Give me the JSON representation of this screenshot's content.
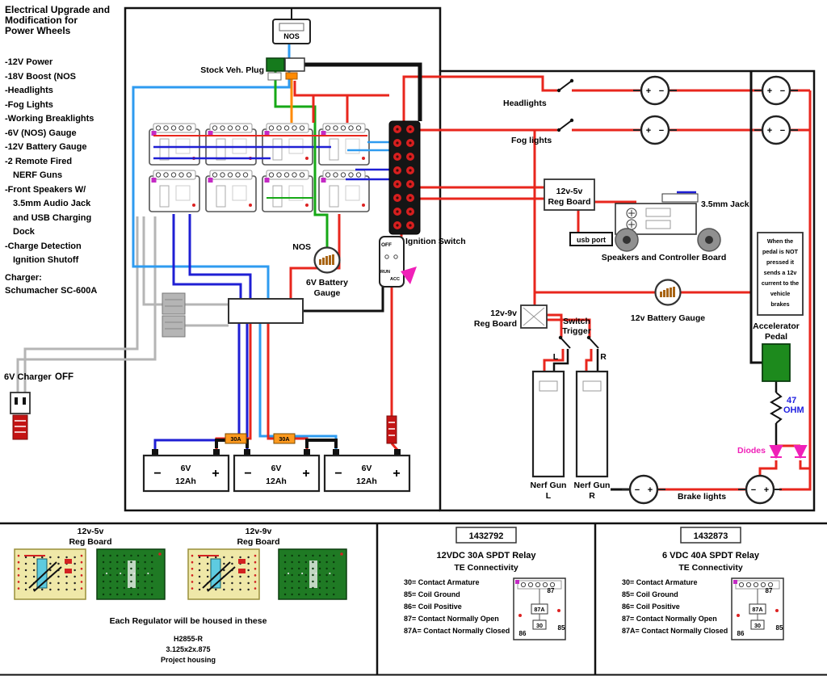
{
  "colors": {
    "red": "#e8261d",
    "blue": "#1f1fd4",
    "light_blue": "#2e9bf0",
    "green": "#16a816",
    "orange": "#ff8a00",
    "gray": "#b5b5b5",
    "magenta": "#f020b8",
    "fuse_orange": "#ff9a1e",
    "pedal_green": "#1d8a1d"
  },
  "sidebar": {
    "title": [
      "Electrical Upgrade and",
      "Modification for",
      "Power Wheels"
    ],
    "features": [
      "-12V Power",
      "-18V Boost (NOS",
      "-Headlights",
      "-Fog Lights",
      "-Working Breaklights",
      "-6V (NOS) Gauge",
      "-12V Battery Gauge",
      "-2 Remote Fired",
      "NERF Guns",
      "-Front Speakers W/",
      "3.5mm Audio Jack",
      "and USB Charging",
      "Dock",
      "-Charge Detection",
      "Ignition Shutoff"
    ],
    "charger_label": "Charger:",
    "charger_model": "Schumacher SC-600A",
    "charger_status": "6V Charger",
    "charger_status_value": "OFF"
  },
  "diagram": {
    "nos_top": "NOS",
    "stock_plug": "Stock Veh. Plug",
    "headlights": "Headlights",
    "fog_lights": "Fog lights",
    "ignition_label": "Ignition Switch",
    "ign": [
      "OFF",
      "RUN",
      "ACC"
    ],
    "nos_label": "NOS",
    "gauge6": [
      "6V Battery",
      "Gauge"
    ],
    "reg5": [
      "12v-5v",
      "Reg Board"
    ],
    "usb_port": "usb port",
    "jack": "3.5mm Jack",
    "speakers_label": "Speakers and Controller Board",
    "reg9": [
      "12v-9v",
      "Reg Board"
    ],
    "switch_trigger": [
      "Switch",
      "Trigger"
    ],
    "trig_l": "L",
    "trig_r": "R",
    "gauge12_label": "12v Battery Gauge",
    "note": [
      "When the",
      "pedal is NOT",
      "pressed it",
      "sends a 12v",
      "current to the",
      "vehicle",
      "brakes"
    ],
    "accel": [
      "Accelerator",
      "Pedal"
    ],
    "ohm": [
      "47",
      "OHM"
    ],
    "diodes_label": "Diodes",
    "brake_label": "Brake lights",
    "nerf_l": [
      "Nerf Gun",
      "L"
    ],
    "nerf_r": [
      "Nerf Gun",
      "R"
    ],
    "batteries": [
      {
        "v": "6V",
        "ah": "12Ah"
      },
      {
        "v": "6V",
        "ah": "12Ah"
      },
      {
        "v": "6V",
        "ah": "12Ah"
      }
    ],
    "fuse_label": "30A",
    "plus": "+",
    "minus": "−"
  },
  "bottom": {
    "left": {
      "reg5": [
        "12v-5v",
        "Reg Board"
      ],
      "reg9": [
        "12v-9v",
        "Reg Board"
      ],
      "housed": "Each Regulator will be housed in these",
      "part": "H2855-R",
      "size": "3.125x2x.875",
      "housing": "Project housing"
    },
    "relay30": {
      "part_no": "1432792",
      "title": "12VDC 30A SPDT Relay",
      "brand": "TE Connectivity",
      "pins": [
        "30= Contact Armature",
        "85= Coil Ground",
        "86= Coil Positive",
        "87= Contact Normally Open",
        "87A= Contact Normally Closed"
      ],
      "p87": "87",
      "p87a": "87A",
      "p30": "30",
      "p86": "86",
      "p85": "85"
    },
    "relay40": {
      "part_no": "1432873",
      "title": "6 VDC 40A SPDT Relay",
      "brand": "TE Connectivity",
      "pins": [
        "30= Contact Armature",
        "85= Coil Ground",
        "86= Coil Positive",
        "87= Contact Normally Open",
        "87A= Contact Normally Closed"
      ],
      "p87": "87",
      "p87a": "87A",
      "p30": "30",
      "p86": "86",
      "p85": "85"
    }
  }
}
